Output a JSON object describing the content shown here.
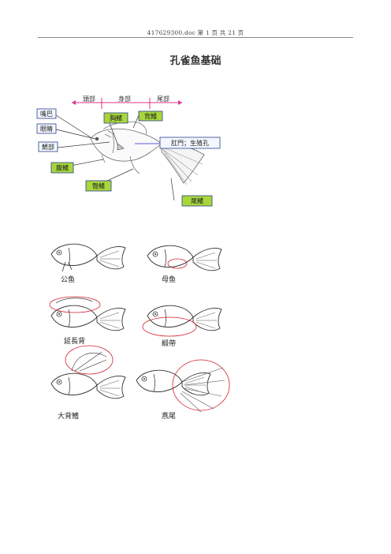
{
  "header": {
    "text": "417629300.doc 第 1 页 共 21 页"
  },
  "title": "孔雀鱼基础",
  "anatomy": {
    "sections": [
      "頭部",
      "身部",
      "尾部"
    ],
    "labels": {
      "mouth": "嘴巴",
      "eye": "眼睛",
      "gill": "鰓部",
      "ventral_fin": "腹鰭",
      "pectoral_fin": "胸鰭",
      "dorsal_fin": "背鰭",
      "anus": "肛門；生殖孔",
      "anal_fin": "臀鰭",
      "tail_fin": "尾鰭"
    }
  },
  "varieties": {
    "male": "公鱼",
    "female": "母鱼",
    "long_dorsal": "延長背",
    "ribbon": "緞帶",
    "big_dorsal": "大背鰭",
    "swallowtail": "燕尾"
  },
  "colors": {
    "label_green": "#a8d63c",
    "label_blue_bg": "#f3f7ff",
    "label_border": "#2b3f8c",
    "pink": "#e0338a",
    "highlight_red": "#d21f2a"
  }
}
